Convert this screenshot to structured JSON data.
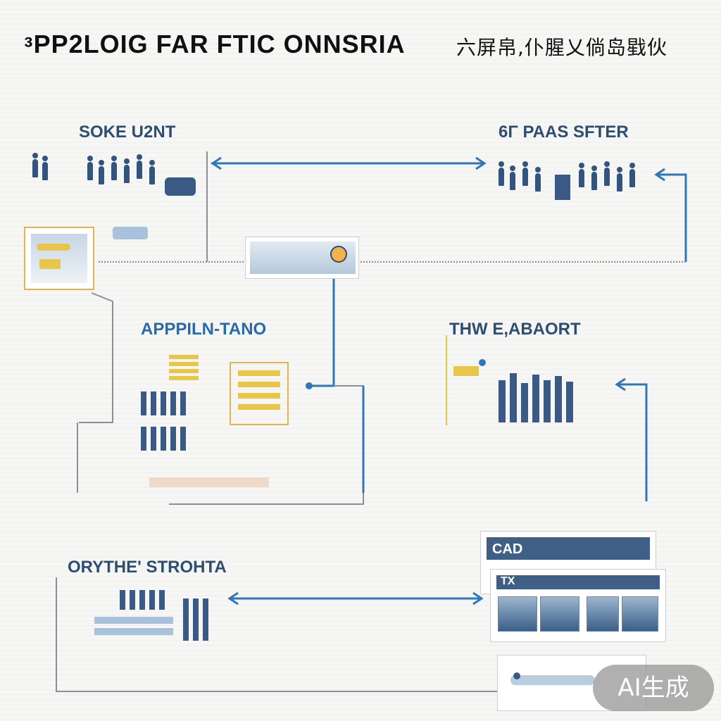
{
  "header": {
    "title": "ᵌPP2LOIG FAR FTIC ONNSRIA",
    "title_cn": "六屏帛,仆腥乂倘岛戥伙"
  },
  "sections": {
    "top_left": "SOKE U2NT",
    "top_right": "6Γ PAAS SFTER",
    "mid_left": "APPPILN-TANO",
    "mid_right": "THW E,ABAORT",
    "bottom_left": "ORYTHE' STROHTA"
  },
  "cards": {
    "header_card": "CAD",
    "detail_card": "TX"
  },
  "watermark": "AI生成",
  "colors": {
    "accent_blue": "#2f77b8",
    "navy": "#33557d",
    "gold": "#e9c54a",
    "grey_line": "#8a8f96"
  }
}
